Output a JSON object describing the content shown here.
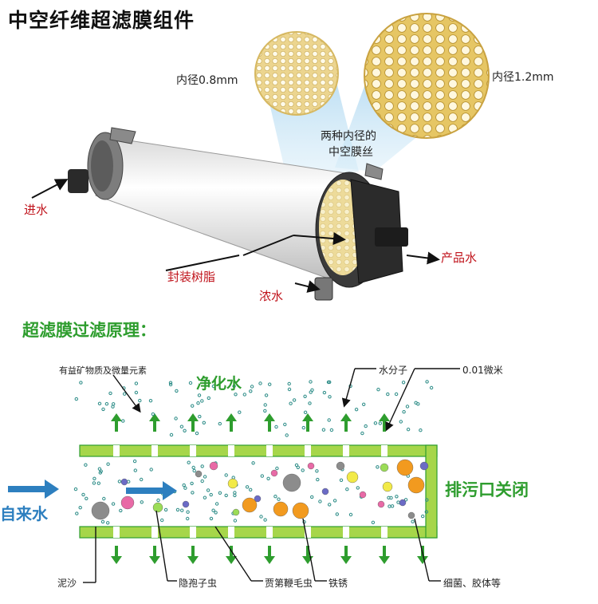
{
  "title": "中空纤维超滤膜组件",
  "module": {
    "inner_dia_small": "内径0.8mm",
    "inner_dia_large": "内径1.2mm",
    "fiber_caption_line1": "两种内径的",
    "fiber_caption_line2": "中空膜丝",
    "inlet_label": "进水",
    "product_label": "产品水",
    "resin_label": "封装树脂",
    "concentrate_label": "浓水"
  },
  "principle": {
    "heading": "超滤膜过滤原理：",
    "minerals_label": "有益矿物质及微量元素",
    "clean_water": "净化水",
    "water_molecule": "水分子",
    "pore_size": "0.01微米",
    "tap_water": "自来水",
    "drain_closed": "排污口关闭",
    "bottom_labels": {
      "mud": "泥沙",
      "cyst": "隐孢子虫",
      "flagellate": "贾第鞭毛虫",
      "rust": "铁锈",
      "bacteria": "细菌、胶体等"
    }
  },
  "colors": {
    "green": "#2e9d2e",
    "membrane": "#a6d64a",
    "red_label": "#c0131b",
    "blue_arrow": "#2d7fbf"
  }
}
